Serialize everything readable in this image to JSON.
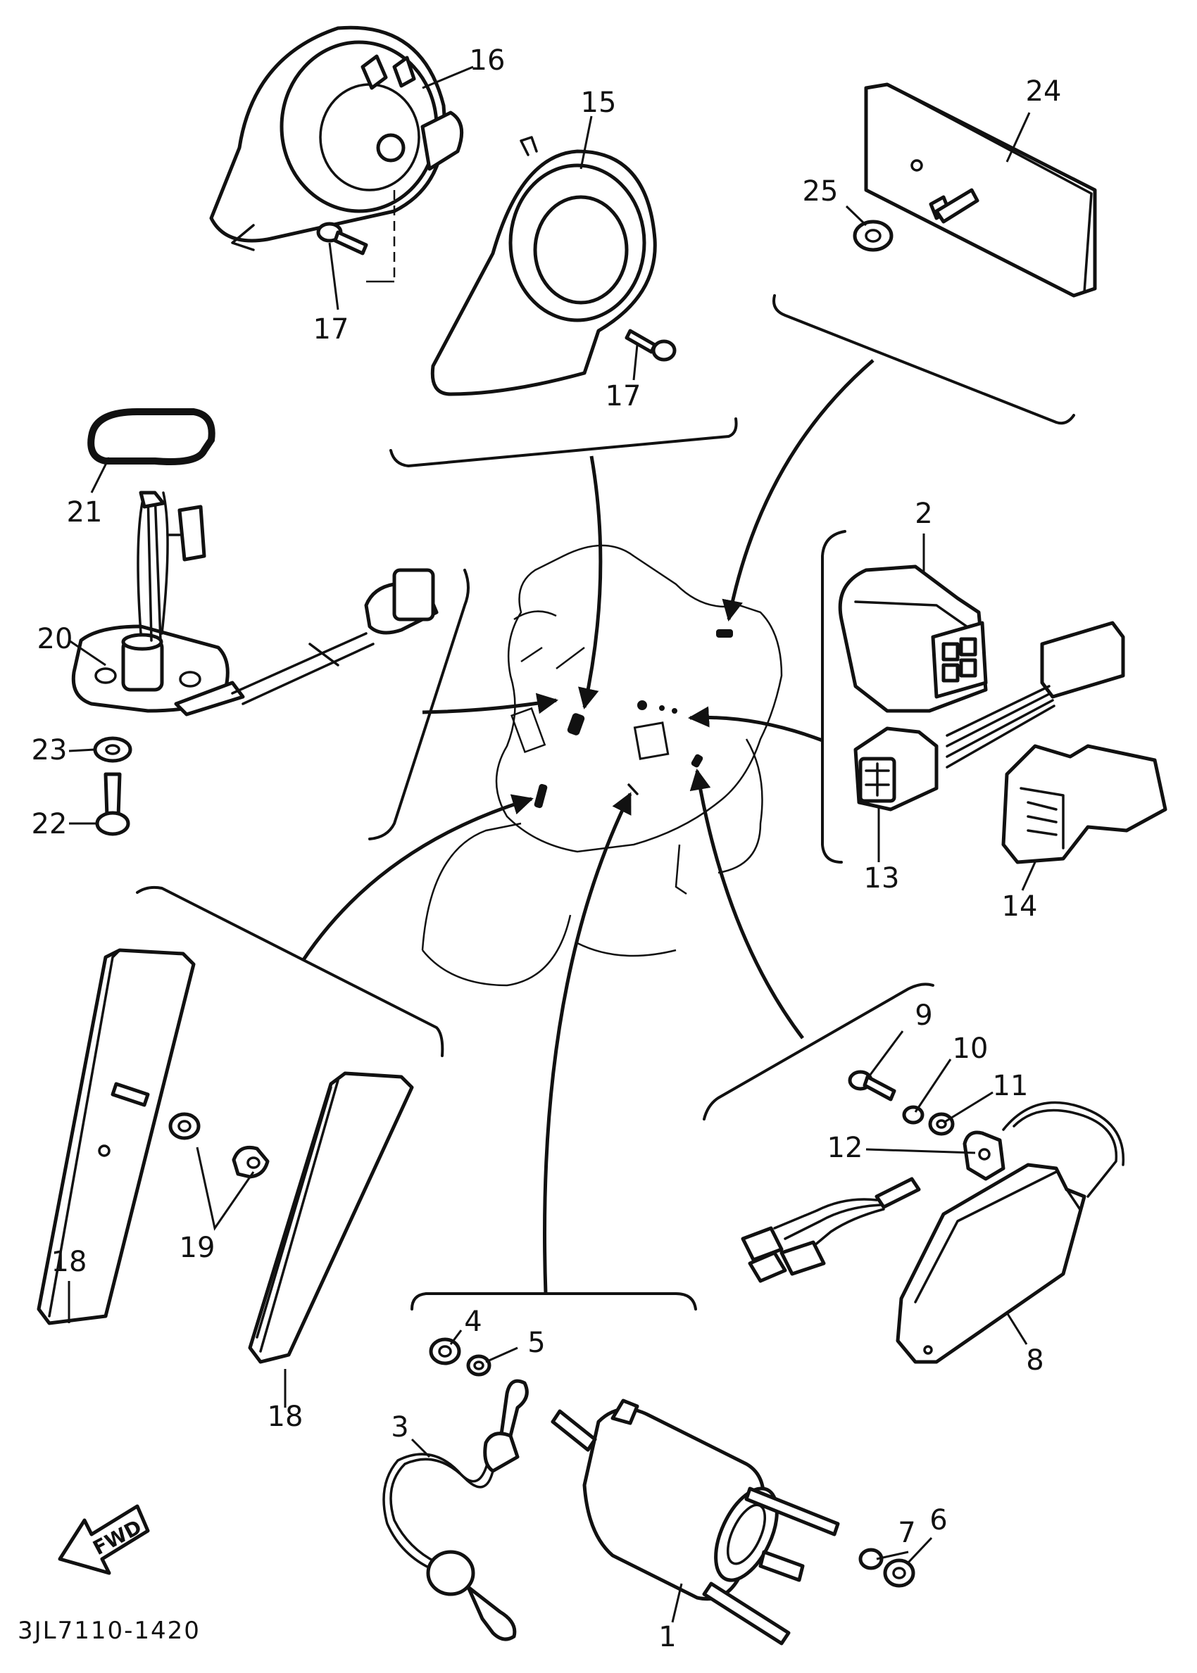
{
  "diagram_code": "3JL7110-1420",
  "direction_label": "FWD",
  "callouts": {
    "c1": "1",
    "c2": "2",
    "c3": "3",
    "c4": "4",
    "c5": "5",
    "c6": "6",
    "c7": "7",
    "c8": "8",
    "c9": "9",
    "c10": "10",
    "c11": "11",
    "c12": "12",
    "c13": "13",
    "c14": "14",
    "c15": "15",
    "c16": "16",
    "c17a": "17",
    "c17b": "17",
    "c18a": "18",
    "c18b": "18",
    "c19": "19",
    "c20": "20",
    "c21": "21",
    "c22": "22",
    "c23": "23",
    "c24": "24",
    "c25": "25"
  },
  "colors": {
    "ink": "#111111",
    "paper": "#ffffff"
  }
}
